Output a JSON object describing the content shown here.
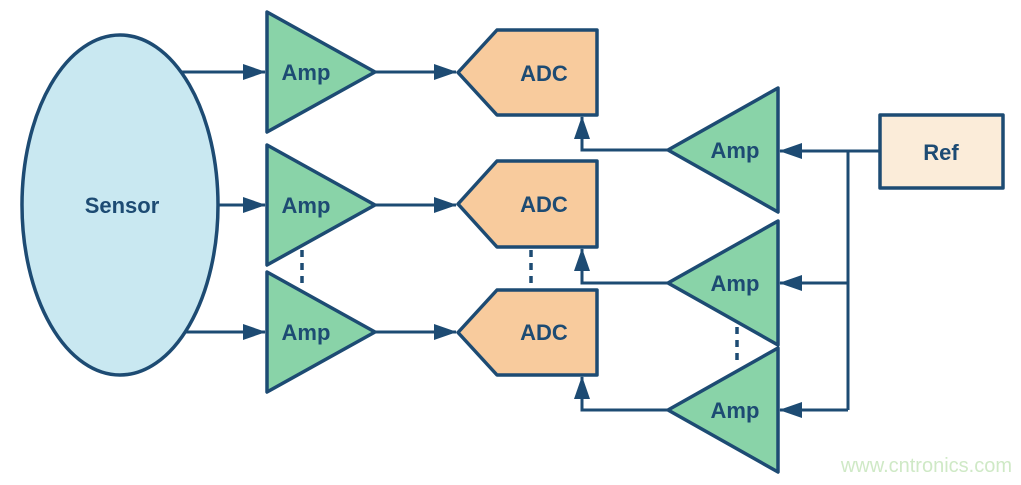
{
  "diagram": {
    "description": "Multichannel sensor signal chain: sensor into amplifiers into ADCs, with reference buffered by amplifiers",
    "nodes": {
      "sensor": {
        "label": "Sensor"
      },
      "input_amps": [
        {
          "label": "Amp"
        },
        {
          "label": "Amp"
        },
        {
          "label": "Amp"
        }
      ],
      "adcs": [
        {
          "label": "ADC"
        },
        {
          "label": "ADC"
        },
        {
          "label": "ADC"
        }
      ],
      "ref_amps": [
        {
          "label": "Amp"
        },
        {
          "label": "Amp"
        },
        {
          "label": "Amp"
        }
      ],
      "ref": {
        "label": "Ref"
      }
    },
    "colors": {
      "outline": "#1d4b73",
      "sensor_fill": "#c9e8f1",
      "amp_fill": "#89d3a8",
      "adc_fill": "#f8cb9d",
      "ref_fill": "#fbecd9",
      "watermark": "#cfe9c6",
      "background": "#ffffff"
    }
  },
  "watermark": {
    "text": "www.cntronics.com"
  }
}
